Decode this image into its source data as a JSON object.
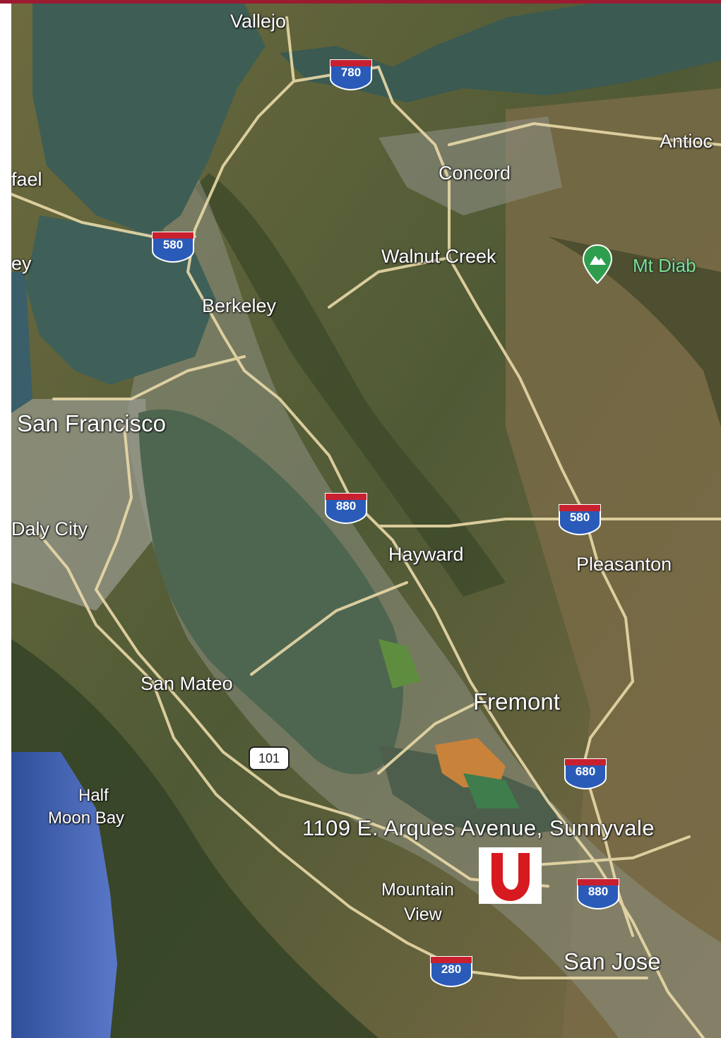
{
  "brand": {
    "accent": "#9b1b30",
    "logo_color": "#d71920",
    "logo_icon": "red-u-logo-icon"
  },
  "map": {
    "type": "satellite",
    "cities": {
      "vallejo": "Vallejo",
      "antioch": "Antioc",
      "san_rafael": "fael",
      "mill_valley": "ey",
      "concord": "Concord",
      "walnut_creek": "Walnut Creek",
      "berkeley": "Berkeley",
      "san_francisco": "San Francisco",
      "daly_city": "Daly City",
      "hayward": "Hayward",
      "pleasanton": "Pleasanton",
      "san_mateo": "San Mateo",
      "fremont": "Fremont",
      "half_moon_bay_line1": "Half",
      "half_moon_bay_line2": "Moon Bay",
      "mountain_view_line1": "Mountain",
      "mountain_view_line2": "View",
      "san_jose": "San Jose"
    },
    "poi": {
      "mt_diablo": "Mt Diab",
      "icon": "park-pin-icon"
    },
    "address": "1109 E. Arques Avenue, Sunnyvale",
    "highways": {
      "i780": "780",
      "i580_west": "580",
      "i580_east": "580",
      "i880_north": "880",
      "i880_south": "880",
      "i680": "680",
      "i280": "280",
      "us101": "101"
    }
  }
}
